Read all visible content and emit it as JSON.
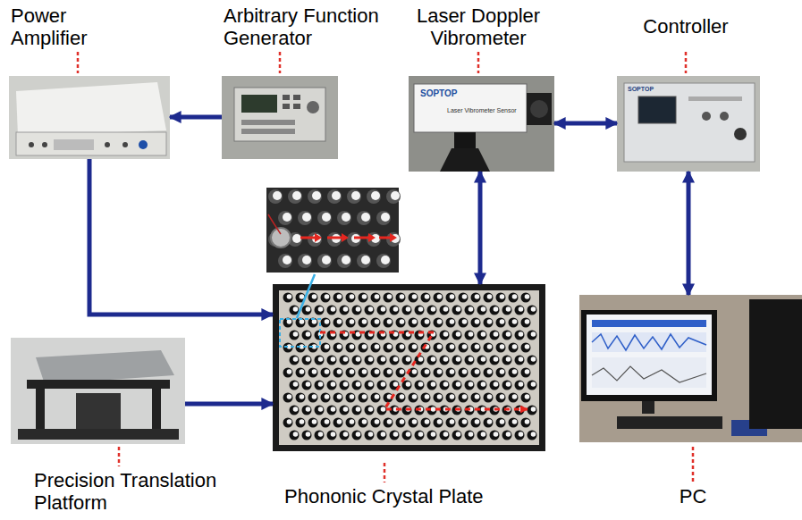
{
  "diagram": {
    "nodes": [
      {
        "text": [
          "Power Amplifier"
        ]
      },
      {
        "text": [
          "Arbitrary Function Generator"
        ]
      },
      {
        "text": [
          "Laser Doppler Vibrometer"
        ]
      },
      {
        "text": [
          "Controller"
        ]
      },
      {
        "text": [
          "Precision Translation Platform"
        ]
      },
      {
        "text": [
          "Phononic Crystal Plate"
        ]
      },
      {
        "text": [
          "PC"
        ]
      }
    ],
    "edges": [
      {
        "from": 1,
        "to": 0,
        "arrow": "to"
      },
      {
        "from": 0,
        "to": 5,
        "arrow": "to"
      },
      {
        "from": 4,
        "to": 5,
        "arrow": "to"
      },
      {
        "from": 2,
        "to": 3,
        "arrow": "both"
      },
      {
        "from": 2,
        "to": 5,
        "arrow": "both"
      },
      {
        "from": 3,
        "to": 6,
        "arrow": "both"
      }
    ],
    "labels": [
      "SOPTOP",
      "Laser Vibrometer Sensor",
      "SOPTOP"
    ]
  }
}
